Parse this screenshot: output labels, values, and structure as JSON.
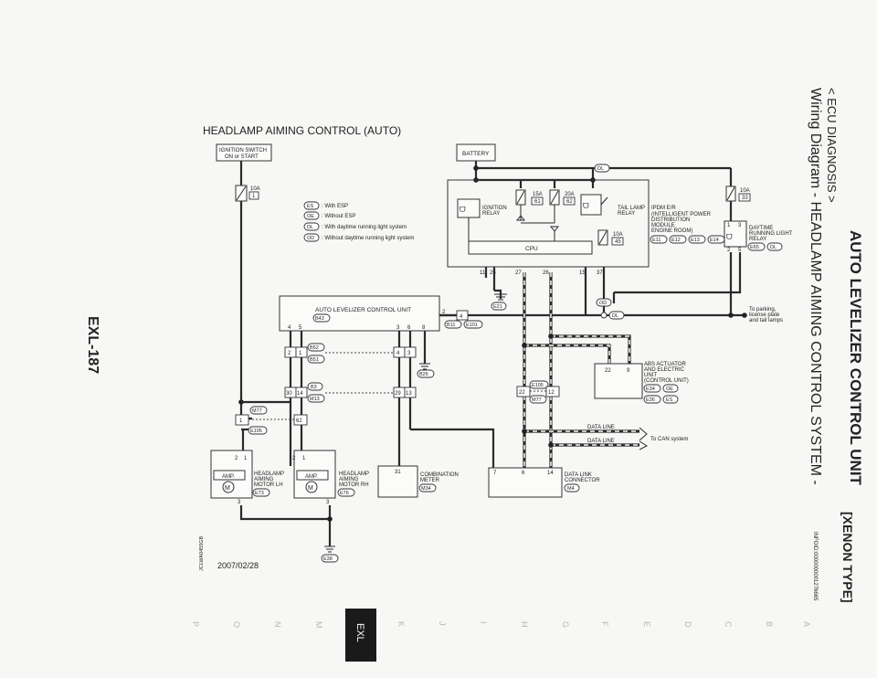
{
  "section": "AUTO LEVELIZER CONTROL UNIT",
  "crumb": "< ECU DIAGNOSIS >",
  "subtitle": "Wiring Diagram - HEADLAMP AIMING CONTROL SYSTEM -",
  "variant": "[XENON TYPE]",
  "page_code": "INFOID:0000000001276665",
  "page_number": "EXL-187",
  "diagram_title": "HEADLAMP AIMING CONTROL (AUTO)",
  "date": "2007/02/28",
  "drawing_id": "JCLWA0455GB",
  "legend": [
    {
      "code": "ES",
      "text": ": With ESP"
    },
    {
      "code": "OE",
      "text": ": Without ESP"
    },
    {
      "code": "DL",
      "text": ": With daytime running light system"
    },
    {
      "code": "OD",
      "text": ": Without daytime running light system"
    }
  ],
  "labels": {
    "ign_switch_1": "IGNITION SWITCH",
    "ign_switch_2": "ON or START",
    "battery": "BATTERY",
    "fuse_10a": "10A",
    "fuse_1": "1",
    "fuse_15a": "15A",
    "fuse_61": "61",
    "fuse_20a": "20A",
    "fuse_62": "62",
    "fuse_45": "45",
    "fuse_33": "33",
    "ign_relay_1": "IGNITION",
    "ign_relay_2": "RELAY",
    "tail_relay_1": "TAIL LAMP",
    "tail_relay_2": "RELAY",
    "pdm_1": "IPDM E/R",
    "pdm_2": "(INTELLIGENT POWER",
    "pdm_3": "DISTRIBUTION",
    "pdm_4": "MODULE",
    "pdm_5": "ENGINE ROOM)",
    "cpu": "CPU",
    "drl_1": "DAYTIME",
    "drl_2": "RUNNING LIGHT",
    "drl_3": "RELAY",
    "alcu": "AUTO LEVELIZER CONTROL UNIT",
    "parking_1": "To parking,",
    "parking_2": "license plate",
    "parking_3": "and tail lamps",
    "abs_1": "ABS ACTUATOR",
    "abs_2": "AND ELECTRIC",
    "abs_3": "UNIT",
    "abs_4": "(CONTROL UNIT)",
    "data_line": "DATA LINE",
    "to_can": "To CAN system",
    "hl_lh_1": "HEADLAMP",
    "hl_lh_2": "AIMING",
    "hl_lh_3": "MOTOR LH",
    "hl_rh_1": "HEADLAMP",
    "hl_rh_2": "AIMING",
    "hl_rh_3": "MOTOR RH",
    "amp": "AMP.",
    "motor": "M",
    "combo_1": "COMBINATION",
    "combo_2": "METER",
    "dlc_1": "DATA LINK",
    "dlc_2": "CONNECTOR"
  },
  "connectors": {
    "E11": "E11",
    "E12": "E12",
    "E13": "E13",
    "E14": "E14",
    "E65": "E65",
    "E21": "E21",
    "B43": "B43",
    "B11": "B11",
    "E101": "E101",
    "B52": "B52",
    "B51": "B51",
    "B26": "B26",
    "B3": "B3",
    "M13": "M13",
    "M77": "M77",
    "E105": "E105",
    "E34": "E34",
    "E36": "E36",
    "E73": "E73",
    "E76": "E76",
    "M34": "M34",
    "M4": "M4",
    "E38": "E38",
    "ES": "ES",
    "OE": "OE",
    "DL": "DL",
    "OD": "OD"
  },
  "pins": {
    "p1": "1",
    "p2": "2",
    "p3": "3",
    "p4": "4",
    "p5": "5",
    "p6": "6",
    "p7": "7",
    "p8": "8",
    "p9": "9",
    "p11": "11",
    "p12": "12",
    "p13": "13",
    "p14": "14",
    "p15": "15",
    "p22": "22",
    "p25": "25",
    "p26": "26",
    "p27": "27",
    "p29": "29",
    "p30": "30",
    "p31": "31",
    "p37": "37",
    "p62": "62"
  },
  "index_letters": [
    "A",
    "B",
    "C",
    "D",
    "E",
    "F",
    "G",
    "H",
    "I",
    "J",
    "K",
    "EXL",
    "M",
    "N",
    "O",
    "P"
  ],
  "colors": {
    "ink": "#222222",
    "paper": "#f7f7f5",
    "tab": "#1a1a1a"
  }
}
